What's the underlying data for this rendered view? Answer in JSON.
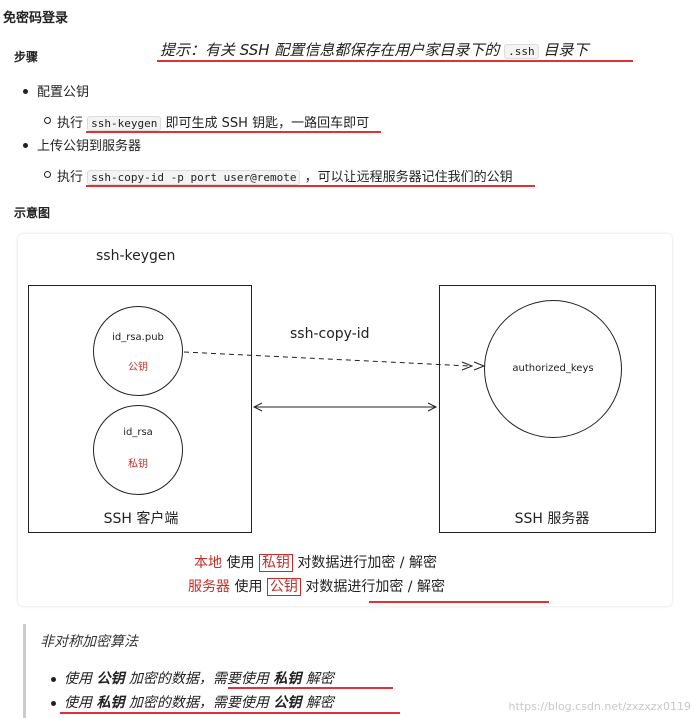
{
  "title": "免密码登录",
  "steps_heading": "步骤",
  "tip": {
    "prefix": "提示：有关 SSH 配置信息都保存在用户家目录下的",
    "code": ".ssh",
    "suffix": "目录下"
  },
  "steps": [
    {
      "label": "配置公钥",
      "sub": {
        "prefix": "执行",
        "code": "ssh-keygen",
        "suffix": "即可生成 SSH 钥匙，一路回车即可"
      }
    },
    {
      "label": "上传公钥到服务器",
      "sub": {
        "prefix": "执行",
        "code": "ssh-copy-id -p port user@remote",
        "suffix": "，可以让远程服务器记住我们的公钥"
      }
    }
  ],
  "diagram_heading": "示意图",
  "diagram": {
    "keygen_label": "ssh-keygen",
    "copy_label": "ssh-copy-id",
    "client_label": "SSH 客户端",
    "server_label": "SSH 服务器",
    "pub_file": "id_rsa.pub",
    "pub_name": "公钥",
    "priv_file": "id_rsa",
    "priv_name": "私钥",
    "auth_keys": "authorized_keys",
    "line1": {
      "a": "本地",
      "b": "使用",
      "c": "私钥",
      "d": "对数据进行加密 / 解密"
    },
    "line2": {
      "a": "服务器",
      "b": "使用",
      "c": "公钥",
      "d": "对数据进行加密 / 解密"
    }
  },
  "quote": {
    "heading": "非对称加密算法",
    "items": [
      {
        "p1": "使用",
        "k1": "公钥",
        "p2": "加密的数据，需要使用",
        "k2": "私钥",
        "p3": "解密"
      },
      {
        "p1": "使用",
        "k1": "私钥",
        "p2": "加密的数据，需要使用",
        "k2": "公钥",
        "p3": "解密"
      }
    ]
  },
  "watermark": "https://blog.csdn.net/zxzxzx0119"
}
